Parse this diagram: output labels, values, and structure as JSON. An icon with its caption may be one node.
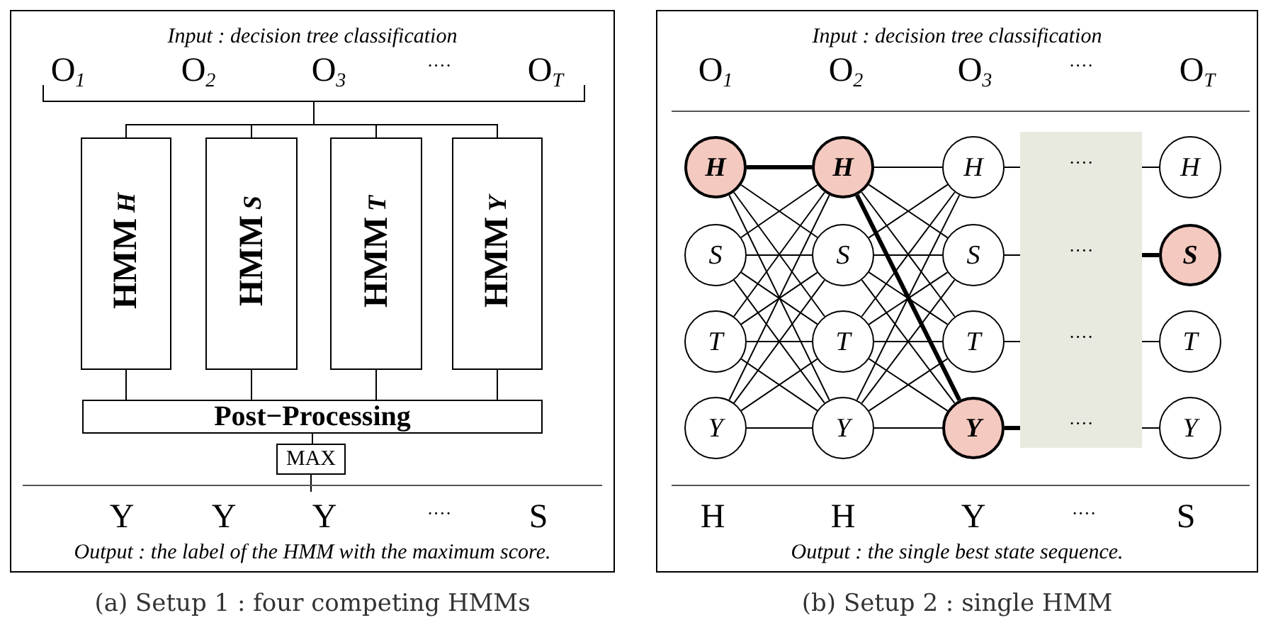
{
  "diagram": {
    "nodes": [
      {
        "text": [
          "Input : decision tree classification",
          "Output : the label of the HMM with the maximum score."
        ],
        "beside": [
          "(a) Setup 1 : four competing HMMs"
        ]
      },
      {
        "text": [],
        "shape": "bar",
        "in": 0
      },
      {
        "text": [
          "HMM$_{H}$"
        ],
        "in": 0
      },
      {
        "text": [
          "HMM$_{S}$"
        ],
        "in": 0
      },
      {
        "text": [
          "HMM$_{T}$"
        ],
        "in": 0
      },
      {
        "text": [
          "HMM$_{Y}$"
        ],
        "in": 0
      },
      {
        "text": [
          "Post−Processing"
        ],
        "in": 0
      },
      {
        "text": [
          "MAX"
        ],
        "in": 0
      },
      {
        "text": [
          "Input : decision tree classification",
          "Output : the single best state sequence."
        ],
        "beside": [
          "(b) Setup 2 : single HMM"
        ]
      },
      {
        "text": [
          "H"
        ],
        "in": 8
      },
      {
        "text": [
          "S"
        ],
        "in": 8
      },
      {
        "text": [
          "T"
        ],
        "in": 8
      },
      {
        "text": [
          "Y"
        ],
        "in": 8
      },
      {
        "text": [
          "H"
        ],
        "in": 8
      },
      {
        "text": [
          "S"
        ],
        "in": 8
      },
      {
        "text": [
          "T"
        ],
        "in": 8
      },
      {
        "text": [
          "Y"
        ],
        "in": 8
      },
      {
        "text": [
          "H"
        ],
        "in": 8
      },
      {
        "text": [
          "S"
        ],
        "in": 8
      },
      {
        "text": [
          "T"
        ],
        "in": 8
      },
      {
        "text": [
          "Y"
        ],
        "in": 8
      },
      {
        "text": [
          "····",
          "····",
          "····",
          "····"
        ],
        "in": 8
      },
      {
        "text": [
          "H"
        ],
        "in": 8
      },
      {
        "text": [
          "S"
        ],
        "in": 8
      },
      {
        "text": [
          "T"
        ],
        "in": 8
      },
      {
        "text": [
          "Y"
        ],
        "in": 8
      }
    ],
    "edges": [
      {
        "from": 1,
        "to": 2,
        "arrow": "none"
      },
      {
        "from": 1,
        "to": 3,
        "arrow": "none"
      },
      {
        "from": 1,
        "to": 4,
        "arrow": "none"
      },
      {
        "from": 1,
        "to": 5,
        "arrow": "none"
      },
      {
        "from": 2,
        "to": 6,
        "arrow": "none"
      },
      {
        "from": 3,
        "to": 6,
        "arrow": "none"
      },
      {
        "from": 4,
        "to": 6,
        "arrow": "none"
      },
      {
        "from": 5,
        "to": 6,
        "arrow": "none"
      },
      {
        "from": 6,
        "to": 7,
        "arrow": "none"
      },
      {
        "from": 7,
        "to": null,
        "arrow": "none"
      },
      {
        "from": 9,
        "to": 13,
        "arrow": "none",
        "style": "thick"
      },
      {
        "from": 9,
        "to": 14,
        "arrow": "none"
      },
      {
        "from": 9,
        "to": 15,
        "arrow": "none"
      },
      {
        "from": 9,
        "to": 16,
        "arrow": "none"
      },
      {
        "from": 10,
        "to": 13,
        "arrow": "none"
      },
      {
        "from": 10,
        "to": 14,
        "arrow": "none"
      },
      {
        "from": 10,
        "to": 15,
        "arrow": "none"
      },
      {
        "from": 10,
        "to": 16,
        "arrow": "none"
      },
      {
        "from": 11,
        "to": 13,
        "arrow": "none"
      },
      {
        "from": 11,
        "to": 14,
        "arrow": "none"
      },
      {
        "from": 11,
        "to": 15,
        "arrow": "none"
      },
      {
        "from": 11,
        "to": 16,
        "arrow": "none"
      },
      {
        "from": 12,
        "to": 13,
        "arrow": "none"
      },
      {
        "from": 12,
        "to": 14,
        "arrow": "none"
      },
      {
        "from": 12,
        "to": 15,
        "arrow": "none"
      },
      {
        "from": 12,
        "to": 16,
        "arrow": "none"
      },
      {
        "from": 13,
        "to": 17,
        "arrow": "none"
      },
      {
        "from": 13,
        "to": 18,
        "arrow": "none"
      },
      {
        "from": 13,
        "to": 19,
        "arrow": "none"
      },
      {
        "from": 13,
        "to": 20,
        "arrow": "none",
        "style": "thick"
      },
      {
        "from": 14,
        "to": 17,
        "arrow": "none"
      },
      {
        "from": 14,
        "to": 18,
        "arrow": "none"
      },
      {
        "from": 14,
        "to": 19,
        "arrow": "none"
      },
      {
        "from": 14,
        "to": 20,
        "arrow": "none"
      },
      {
        "from": 15,
        "to": 17,
        "arrow": "none"
      },
      {
        "from": 15,
        "to": 18,
        "arrow": "none"
      },
      {
        "from": 15,
        "to": 19,
        "arrow": "none"
      },
      {
        "from": 15,
        "to": 20,
        "arrow": "none"
      },
      {
        "from": 16,
        "to": 17,
        "arrow": "none"
      },
      {
        "from": 16,
        "to": 18,
        "arrow": "none"
      },
      {
        "from": 16,
        "to": 19,
        "arrow": "none"
      },
      {
        "from": 16,
        "to": 20,
        "arrow": "none"
      },
      {
        "from": 17,
        "to": 21,
        "arrow": "none"
      },
      {
        "from": 18,
        "to": 21,
        "arrow": "none"
      },
      {
        "from": 19,
        "to": 21,
        "arrow": "none"
      },
      {
        "from": 20,
        "to": 21,
        "arrow": "none",
        "style": "thick"
      },
      {
        "from": 21,
        "to": 22,
        "arrow": "none"
      },
      {
        "from": 21,
        "to": 23,
        "arrow": "none",
        "style": "thick"
      },
      {
        "from": 21,
        "to": 24,
        "arrow": "none"
      },
      {
        "from": 21,
        "to": 25,
        "arrow": "none"
      }
    ],
    "labels": [
      "O$_{1}$",
      "O$_{2}$",
      "O$_{3}$",
      "····",
      "O$_{T}$",
      "Y",
      "Y",
      "Y",
      "····",
      "S",
      "O$_{1}$",
      "O$_{2}$",
      "O$_{3}$",
      "····",
      "O$_{T}$",
      "H",
      "H",
      "Y",
      "····",
      "S"
    ]
  }
}
